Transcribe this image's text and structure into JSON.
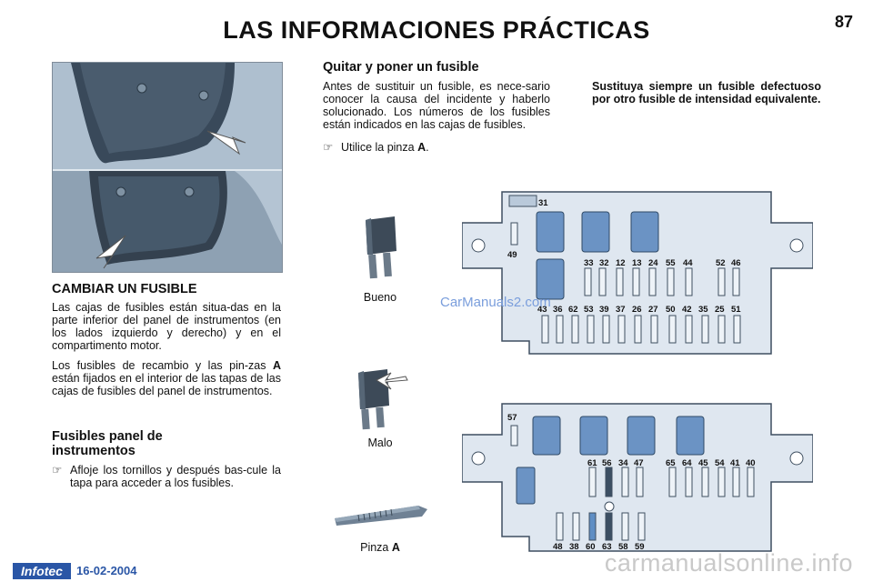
{
  "header": {
    "title": "LAS INFORMACIONES PRÁCTICAS",
    "page_number": "87"
  },
  "section_change": {
    "heading": "CAMBIAR UN FUSIBLE",
    "para1": "Las cajas de fusibles están situa-das en la parte inferior del panel de instrumentos (en los lados izquierdo y derecho) y en el compartimento motor.",
    "para2_pre": "Los fusibles de recambio y las pin-zas ",
    "para2_bold": "A",
    "para2_post": " están fijados en el interior de las tapas de las cajas de fusibles del panel de instrumentos."
  },
  "section_panel": {
    "heading": "Fusibles panel de instrumentos",
    "bullet_symbol": "☞",
    "bullet": "Afloje los tornillos y después bas-cule la tapa para acceder a los fusibles."
  },
  "section_remove": {
    "heading": "Quitar y poner un fusible",
    "para1": "Antes de sustituir un fusible, es nece-sario conocer la causa del incidente y haberlo solucionado. Los números de los fusibles están indicados en las cajas de fusibles.",
    "bullet_symbol": "☞",
    "bullet_pre": "Utilice la pinza ",
    "bullet_bold": "A",
    "bullet_post": ".",
    "note": "Sustituya siempre un fusible defectuoso por otro fusible de intensidad equivalente."
  },
  "captions": {
    "good": "Bueno",
    "bad": "Malo",
    "tweezers_pre": "Pinza ",
    "tweezers_bold": "A"
  },
  "box1": {
    "top_label": "31",
    "left_label": "49",
    "row1": [
      "33",
      "32",
      "12",
      "13",
      "24",
      "55",
      "44",
      "52",
      "46"
    ],
    "row2": [
      "43",
      "36",
      "62",
      "53",
      "39",
      "37",
      "26",
      "27",
      "50",
      "42",
      "35",
      "25",
      "51"
    ]
  },
  "box2": {
    "left_label": "57",
    "row1": [
      "61",
      "56",
      "34",
      "47",
      "65",
      "64",
      "45",
      "54",
      "41",
      "40"
    ],
    "row2": [
      "48",
      "38",
      "60",
      "63",
      "58",
      "59"
    ]
  },
  "watermark": "CarManuals2.com",
  "footer": {
    "brand": "Infotec",
    "date": "16-02-2004",
    "url": "carmanualsonline.info"
  },
  "colors": {
    "box_fill": "#dfe7f0",
    "fuse_blue": "#5f8ec4",
    "brand_blue": "#2a56a6"
  }
}
